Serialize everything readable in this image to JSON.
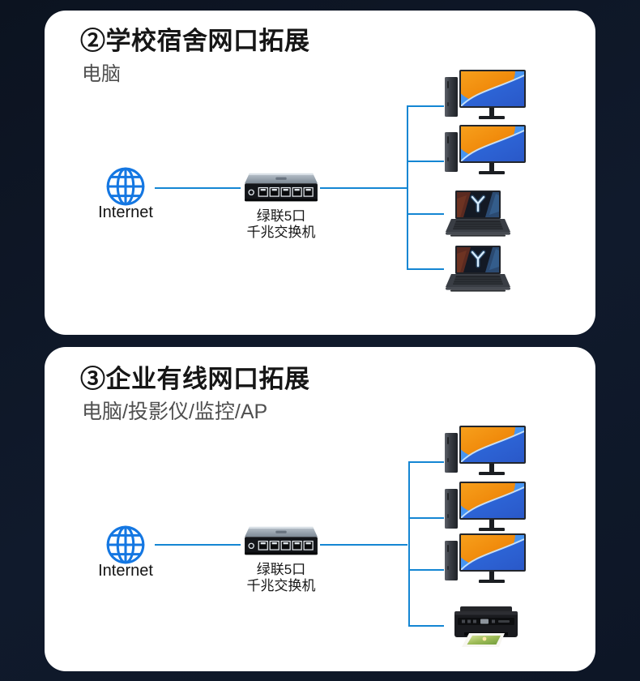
{
  "colors": {
    "background_dark": "#0d1524",
    "panel_white": "#ffffff",
    "connector_blue": "#1486d3",
    "internet_icon_blue": "#1477e2",
    "title_color": "#161616",
    "subtitle_color": "#4f4f4f"
  },
  "icons": {
    "internet": "globe-icon",
    "switch": "network-switch-image",
    "desktop": "desktop-computer-image",
    "laptop": "gaming-laptop-image",
    "printer": "printer-image"
  },
  "panels": [
    {
      "title": "②学校宿舍网口拓展",
      "subtitle": "电脑",
      "internet_label": "Internet",
      "switch_label": [
        "绿联5口",
        "千兆交换机"
      ],
      "devices": [
        "desktop-computer",
        "desktop-computer",
        "gaming-laptop",
        "gaming-laptop"
      ]
    },
    {
      "title": "③企业有线网口拓展",
      "subtitle": "电脑/投影仪/监控/AP",
      "internet_label": "Internet",
      "switch_label": [
        "绿联5口",
        "千兆交换机"
      ],
      "devices": [
        "desktop-computer",
        "desktop-computer",
        "desktop-computer",
        "printer"
      ]
    }
  ]
}
